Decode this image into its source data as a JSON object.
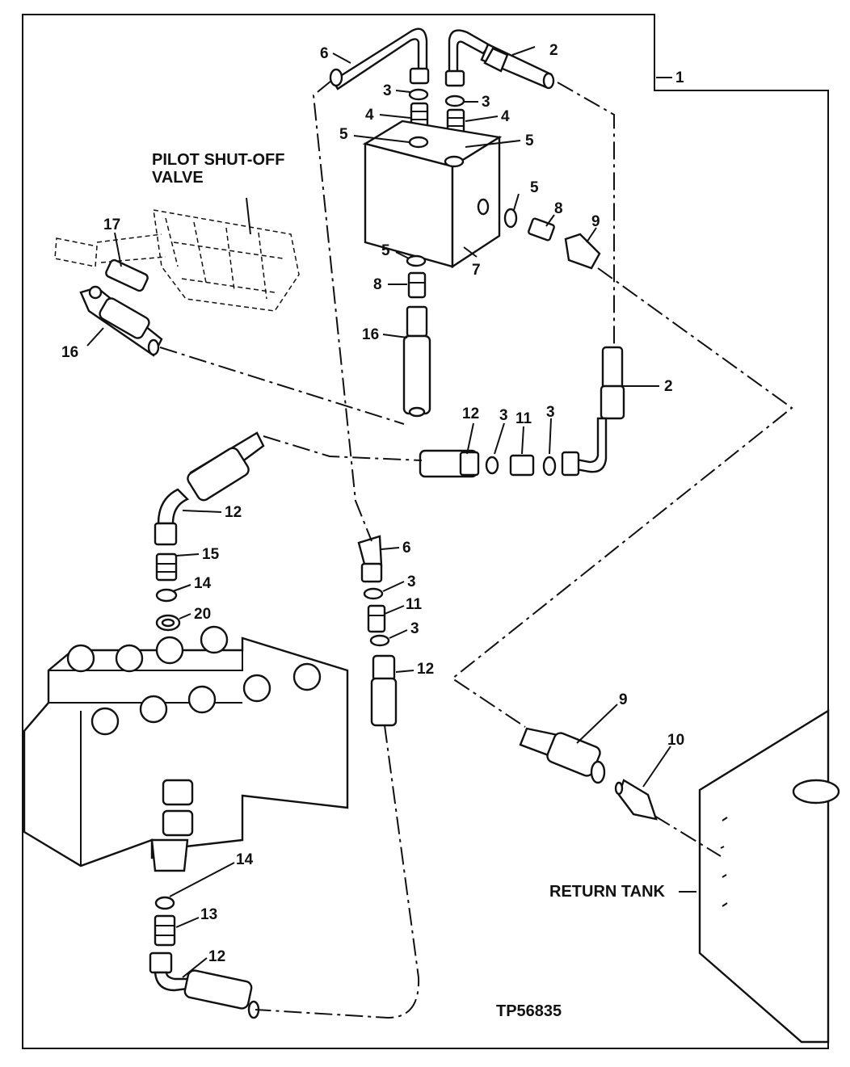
{
  "callouts": {
    "c1": "1",
    "c2a": "2",
    "c2b": "2",
    "c3a": "3",
    "c3b": "3",
    "c3c": "3",
    "c3d": "3",
    "c3e": "3",
    "c3f": "3",
    "c4a": "4",
    "c4b": "4",
    "c5a": "5",
    "c5b": "5",
    "c5c": "5",
    "c5d": "5",
    "c6a": "6",
    "c6b": "6",
    "c7": "7",
    "c8a": "8",
    "c8b": "8",
    "c9a": "9",
    "c9b": "9",
    "c10": "10",
    "c11a": "11",
    "c11b": "11",
    "c12a": "12",
    "c12b": "12",
    "c12c": "12",
    "c12d": "12",
    "c13": "13",
    "c14a": "14",
    "c14b": "14",
    "c15": "15",
    "c16a": "16",
    "c16b": "16",
    "c17": "17",
    "c20": "20"
  },
  "labels": {
    "pilot_valve_line1": "PILOT SHUT-OFF",
    "pilot_valve_line2": "VALVE",
    "return_tank": "RETURN TANK",
    "figure_id": "TP56835"
  }
}
